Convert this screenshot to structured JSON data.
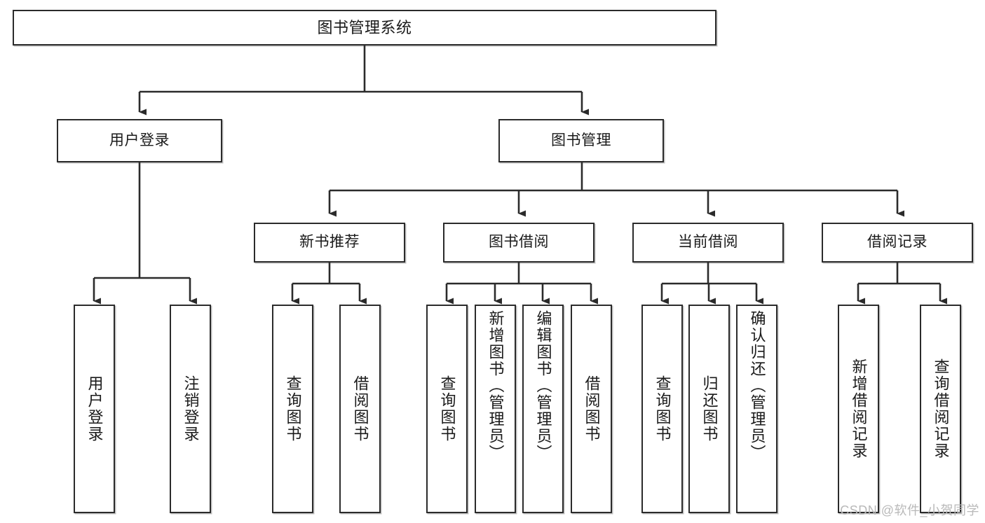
{
  "diagram": {
    "type": "tree-hierarchy-chart",
    "title": "图书管理系统",
    "stroke_color": "#2b2b2b",
    "background_color": "#ffffff",
    "nodes": {
      "root": {
        "label": "图书管理系统"
      },
      "level1": [
        {
          "label": "用户登录"
        },
        {
          "label": "图书管理"
        }
      ],
      "level2": [
        {
          "label": "新书推荐"
        },
        {
          "label": "图书借阅"
        },
        {
          "label": "当前借阅"
        },
        {
          "label": "借阅记录"
        }
      ],
      "leaves_user_login": [
        {
          "label": "用户登录"
        },
        {
          "label": "注销登录"
        }
      ],
      "leaves_new_book": [
        {
          "label": "查询图书"
        },
        {
          "label": "借阅图书"
        }
      ],
      "leaves_borrow": [
        {
          "label": "查询图书"
        },
        {
          "label": "新增图书（管理员）"
        },
        {
          "label": "编辑图书（管理员）"
        },
        {
          "label": "借阅图书"
        }
      ],
      "leaves_current": [
        {
          "label": "查询图书"
        },
        {
          "label": "归还图书"
        },
        {
          "label": "确认归还（管理员）"
        }
      ],
      "leaves_records": [
        {
          "label": "新增借阅记录"
        },
        {
          "label": "查询借阅记录"
        }
      ]
    },
    "watermark": "CSDN @软件_小贺同学"
  }
}
